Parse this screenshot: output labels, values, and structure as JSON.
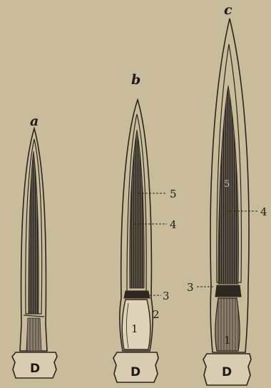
{
  "panels": [
    {
      "label": "a",
      "base": "D",
      "numbers": []
    },
    {
      "label": "b",
      "base": "D",
      "numbers": [
        "5",
        "4",
        "3",
        "2",
        "1"
      ]
    },
    {
      "label": "c",
      "base": "D",
      "numbers": [
        "5",
        "4",
        "3",
        "1"
      ]
    }
  ],
  "colors": {
    "paper": "#c9bc9b",
    "ink": "#2a241c",
    "fill_dark": "#4a4238"
  }
}
